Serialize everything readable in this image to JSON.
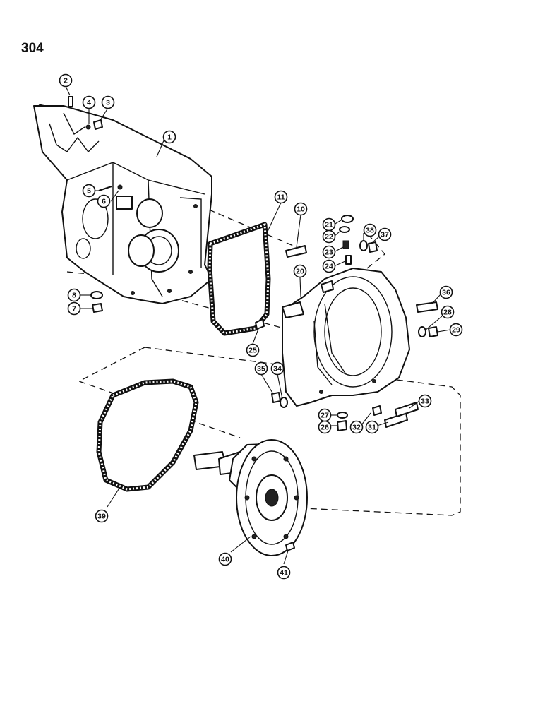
{
  "page": {
    "number": "304"
  },
  "callouts": [
    {
      "label": "1"
    },
    {
      "label": "2"
    },
    {
      "label": "3"
    },
    {
      "label": "4"
    },
    {
      "label": "5"
    },
    {
      "label": "6"
    },
    {
      "label": "7"
    },
    {
      "label": "8"
    },
    {
      "label": "10"
    },
    {
      "label": "11"
    },
    {
      "label": "20"
    },
    {
      "label": "21"
    },
    {
      "label": "22"
    },
    {
      "label": "23"
    },
    {
      "label": "24"
    },
    {
      "label": "25"
    },
    {
      "label": "26"
    },
    {
      "label": "27"
    },
    {
      "label": "28"
    },
    {
      "label": "29"
    },
    {
      "label": "31"
    },
    {
      "label": "32"
    },
    {
      "label": "33"
    },
    {
      "label": "34"
    },
    {
      "label": "35"
    },
    {
      "label": "36"
    },
    {
      "label": "37"
    },
    {
      "label": "38"
    },
    {
      "label": "39"
    },
    {
      "label": "40"
    },
    {
      "label": "41"
    }
  ]
}
